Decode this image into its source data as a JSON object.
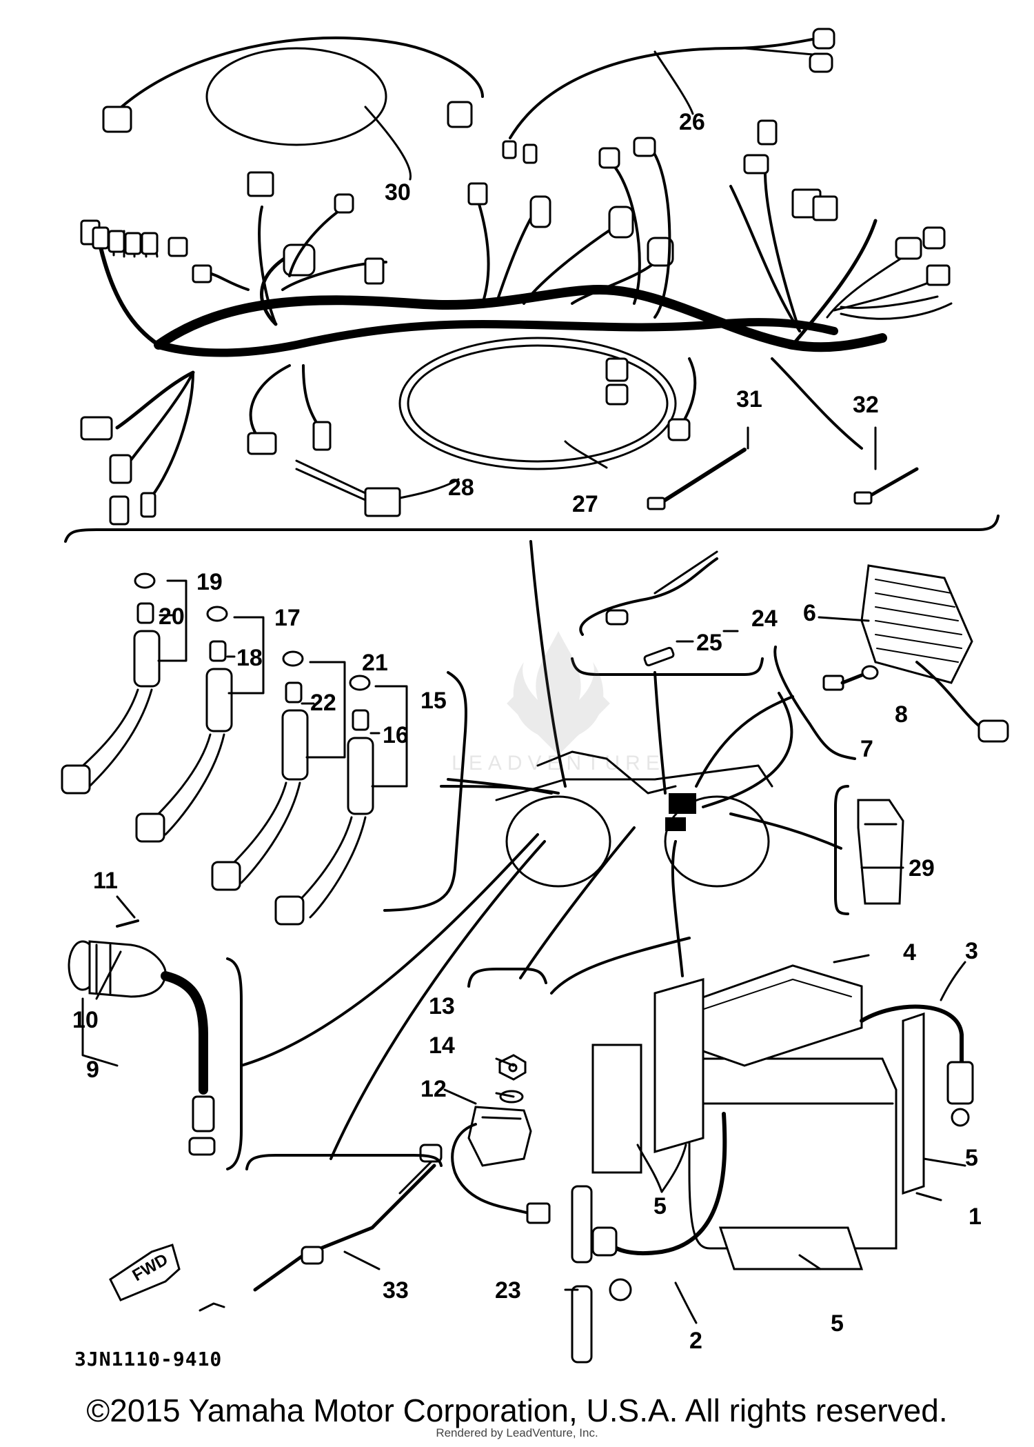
{
  "diagram": {
    "drawing_code": "3JN1110-9410",
    "fwd_label": "FWD",
    "callouts": [
      {
        "id": "1",
        "text": "1"
      },
      {
        "id": "2",
        "text": "2"
      },
      {
        "id": "3",
        "text": "3"
      },
      {
        "id": "4",
        "text": "4"
      },
      {
        "id": "5a",
        "text": "5"
      },
      {
        "id": "5b",
        "text": "5"
      },
      {
        "id": "5c",
        "text": "5"
      },
      {
        "id": "6",
        "text": "6"
      },
      {
        "id": "7",
        "text": "7"
      },
      {
        "id": "8",
        "text": "8"
      },
      {
        "id": "9",
        "text": "9"
      },
      {
        "id": "10",
        "text": "10"
      },
      {
        "id": "11",
        "text": "11"
      },
      {
        "id": "12",
        "text": "12"
      },
      {
        "id": "13",
        "text": "13"
      },
      {
        "id": "14",
        "text": "14"
      },
      {
        "id": "15",
        "text": "15"
      },
      {
        "id": "16",
        "text": "16"
      },
      {
        "id": "17",
        "text": "17"
      },
      {
        "id": "18",
        "text": "18"
      },
      {
        "id": "19",
        "text": "19"
      },
      {
        "id": "20",
        "text": "20"
      },
      {
        "id": "21",
        "text": "21"
      },
      {
        "id": "22",
        "text": "22"
      },
      {
        "id": "23",
        "text": "23"
      },
      {
        "id": "24",
        "text": "24"
      },
      {
        "id": "25",
        "text": "25"
      },
      {
        "id": "26",
        "text": "26"
      },
      {
        "id": "27",
        "text": "27"
      },
      {
        "id": "28",
        "text": "28"
      },
      {
        "id": "29",
        "text": "29"
      },
      {
        "id": "30",
        "text": "30"
      },
      {
        "id": "31",
        "text": "31"
      },
      {
        "id": "32",
        "text": "32"
      },
      {
        "id": "33",
        "text": "33"
      }
    ]
  },
  "watermark": {
    "text": "LEADVENTURE"
  },
  "footer": {
    "copyright": "©2015 Yamaha Motor Corporation, U.S.A. All rights reserved.",
    "rendered_by": "Rendered by LeadVenture, Inc."
  }
}
